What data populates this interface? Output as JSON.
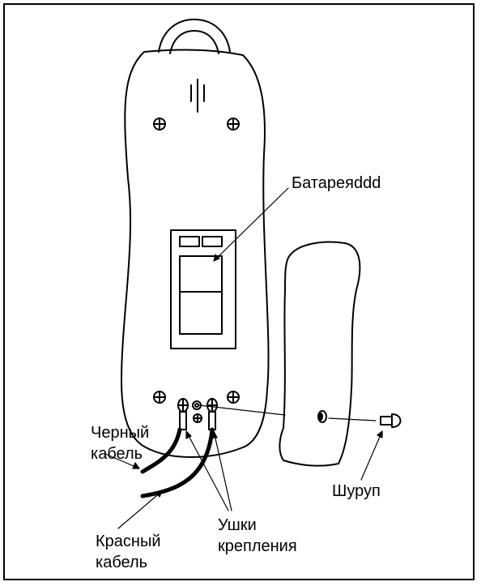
{
  "labels": {
    "battery": "Батареяddd",
    "black_cable_line1": "Черный",
    "black_cable_line2": "кабель",
    "screw": "Шуруп",
    "lugs_line1": "Ушки",
    "lugs_line2": "крепления",
    "red_cable_line1": "Красный",
    "red_cable_line2": "кабель"
  }
}
